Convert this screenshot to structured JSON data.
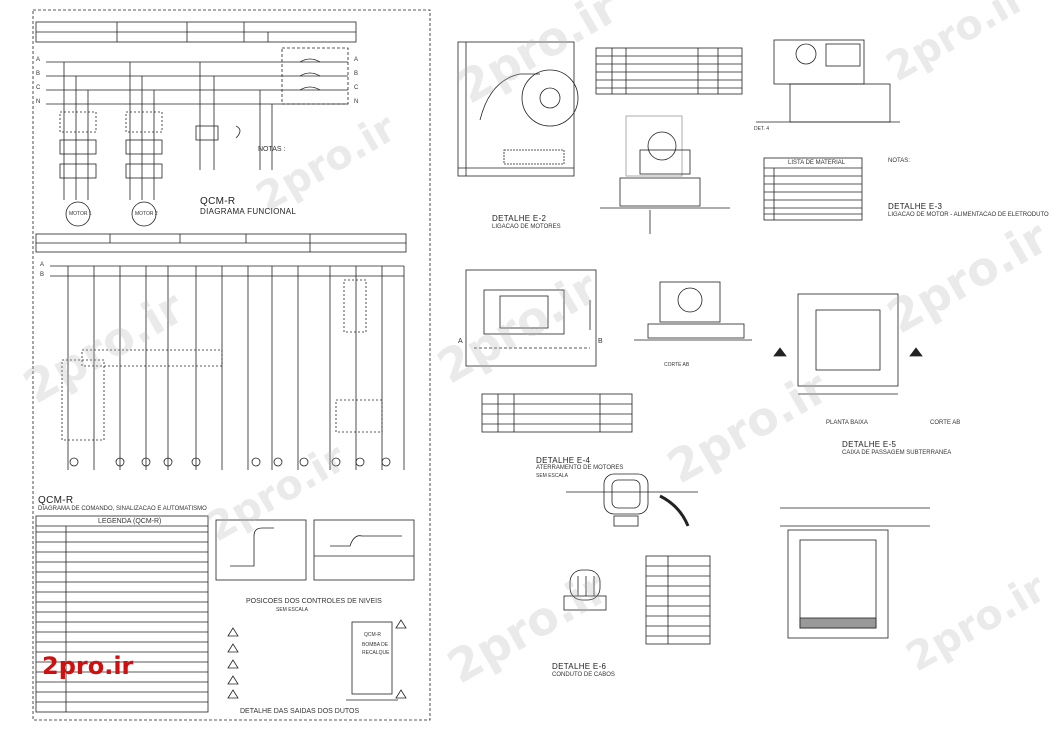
{
  "watermark_text": "2pro.ir",
  "logo_text": "2pro.ir",
  "left_sheet": {
    "feed_labels": [
      "A",
      "B",
      "C",
      "N"
    ],
    "notes_label": "NOTAS :",
    "qcm_title": "QCM-R",
    "qcm_subtitle": "DIAGRAMA FUNCIONAL",
    "motor1": "MOTOR 1",
    "motor2": "MOTOR 2",
    "cmd_labels": [
      "A",
      "B"
    ],
    "cmd_title": "QCM-R",
    "cmd_subtitle": "DIAGRAMA DE COMANDO, SINALIZACAO E AUTOMATISMO",
    "legend_title": "LEGENDA (QCM-R)",
    "levels_title": "POSICOES DOS CONTROLES DE NIVEIS",
    "levels_sub": "SEM ESCALA",
    "pump_box": [
      "QCM-R",
      "BOMBA DE",
      "RECALQUE"
    ],
    "ducts_title": "DETALHE DAS SAIDAS DOS DUTOS"
  },
  "details": {
    "e2_title": "DETALHE E-2",
    "e2_sub": "LIGACAO DE MOTORES",
    "e3_title": "DETALHE E-3",
    "e3_sub": "LIGACAO DE MOTOR - ALIMENTACAO DE ELETRODUTO",
    "det4": "DET. 4",
    "material_title": "LISTA DE MATERIAL",
    "notes_right": "NOTAS:",
    "e4_title": "DETALHE E-4",
    "e4_sub": "ATERRAMENTO DE MOTORES",
    "e4_sub2": "SEM ESCALA",
    "e5_title": "DETALHE E-5",
    "e5_sub": "CAIXA DE PASSAGEM SUBTERRANEA",
    "planta_baixa": "PLANTA BAIXA",
    "corte_ab": "CORTE AB",
    "e6_title": "DETALHE E-6",
    "e6_sub": "CONDUTO DE CABOS",
    "section_a": "A",
    "section_b": "B"
  }
}
